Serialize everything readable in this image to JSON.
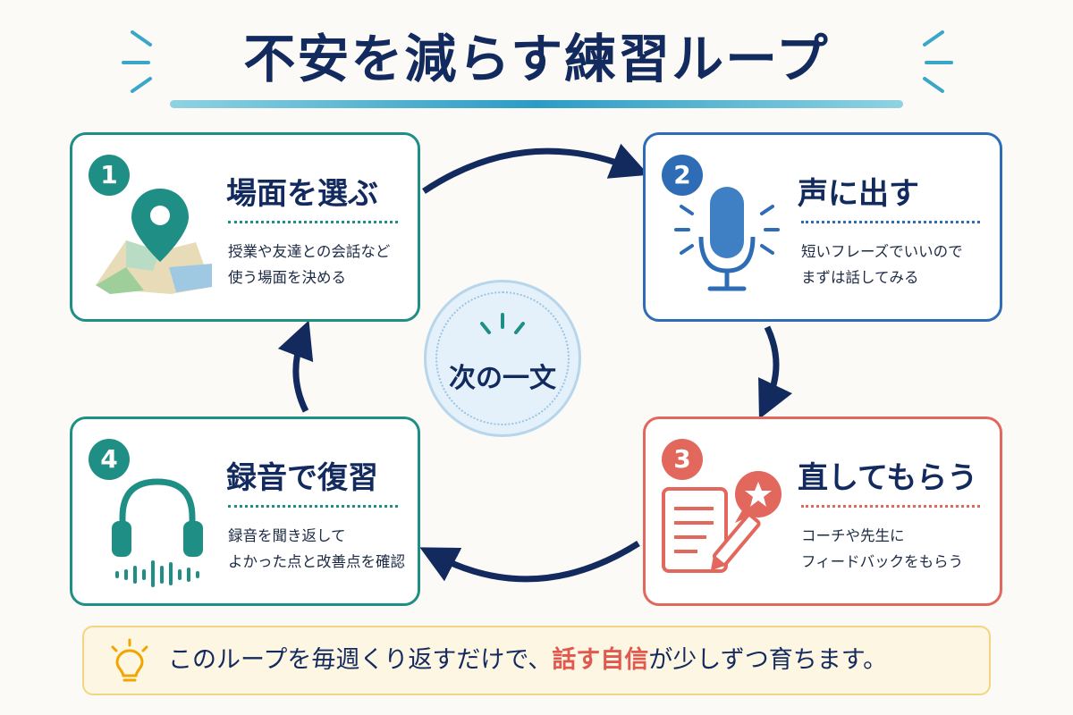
{
  "title": "不安を減らす練習ループ",
  "center_label": "次の一文",
  "colors": {
    "teal": "#1f8f86",
    "blue": "#2e6db5",
    "coral": "#e2675c",
    "navy": "#132a5e"
  },
  "steps": [
    {
      "number": "1",
      "title": "場面を選ぶ",
      "desc_line1": "授業や友達との会話など",
      "desc_line2": "使う場面を決める",
      "icon": "map-pin-icon"
    },
    {
      "number": "2",
      "title": "声に出す",
      "desc_line1": "短いフレーズでいいので",
      "desc_line2": "まずは話してみる",
      "icon": "microphone-icon"
    },
    {
      "number": "3",
      "title": "直してもらう",
      "desc_line1": "コーチや先生に",
      "desc_line2": "フィードバックをもらう",
      "icon": "document-pen-icon"
    },
    {
      "number": "4",
      "title": "録音で復習",
      "desc_line1": "録音を聞き返して",
      "desc_line2": "よかった点と改善点を確認",
      "icon": "headphones-icon"
    }
  ],
  "footer": {
    "before": "このループを毎週くり返すだけで、",
    "highlight": "話す自信",
    "after": "が少しずつ育ちます。"
  }
}
